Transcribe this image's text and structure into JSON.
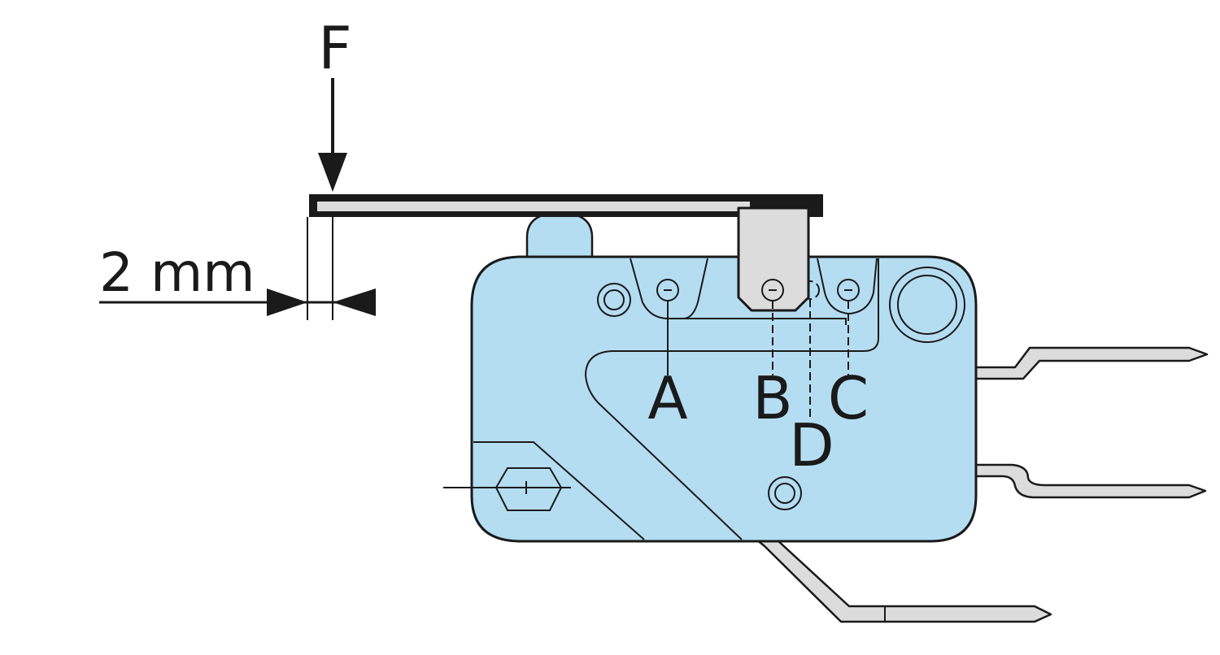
{
  "labels": {
    "force": "F",
    "offset": "2 mm",
    "point_a": "A",
    "point_b": "B",
    "point_c": "C",
    "point_d": "D"
  },
  "colors": {
    "housing": "#b4ddf2",
    "metal": "#dcdcdc",
    "line": "#1a1a1a",
    "background": "#ffffff"
  }
}
